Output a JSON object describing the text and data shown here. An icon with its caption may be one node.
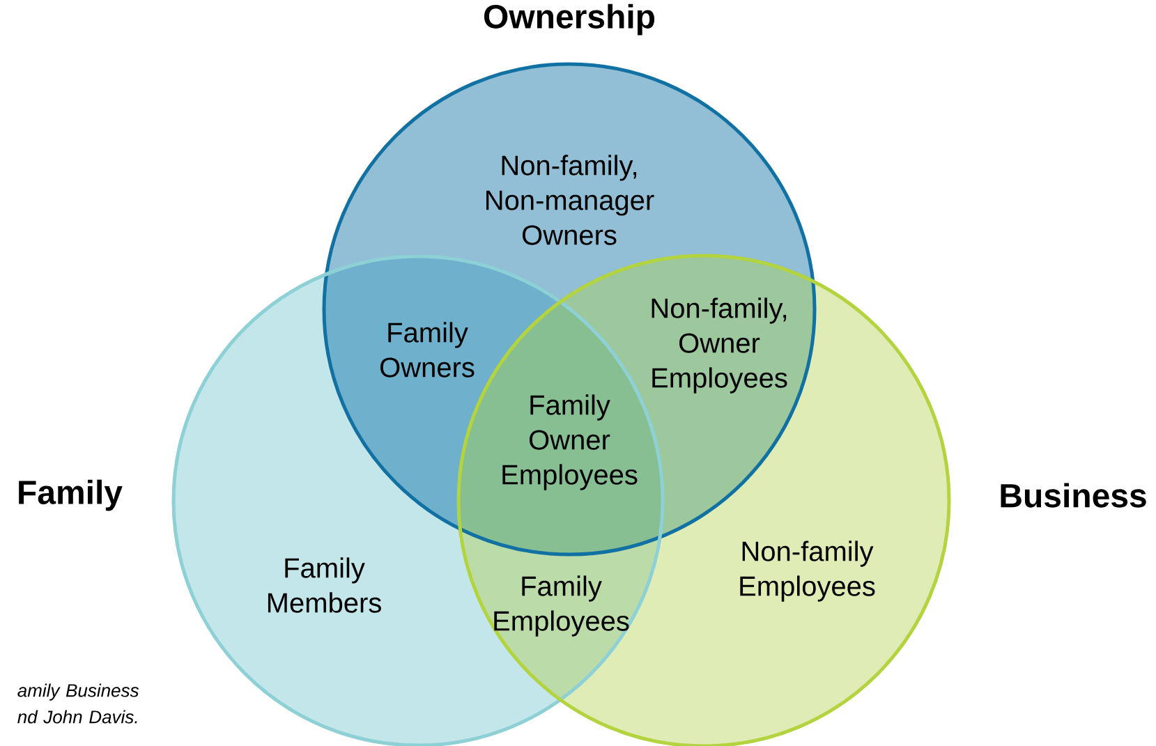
{
  "diagram": {
    "caption": "amily Business nd John Davis.",
    "nodes": [
      {
        "text": [
          "Ownership"
        ]
      },
      {
        "text": [
          "Family"
        ]
      },
      {
        "text": [
          "Business"
        ]
      }
    ],
    "labels": [
      "Non-family, Non-manager Owners",
      "Family Owners",
      "Non-family, Owner Employees",
      "Family Owner Employees",
      "Family Members",
      "Family Employees",
      "Non-family Employees"
    ]
  }
}
